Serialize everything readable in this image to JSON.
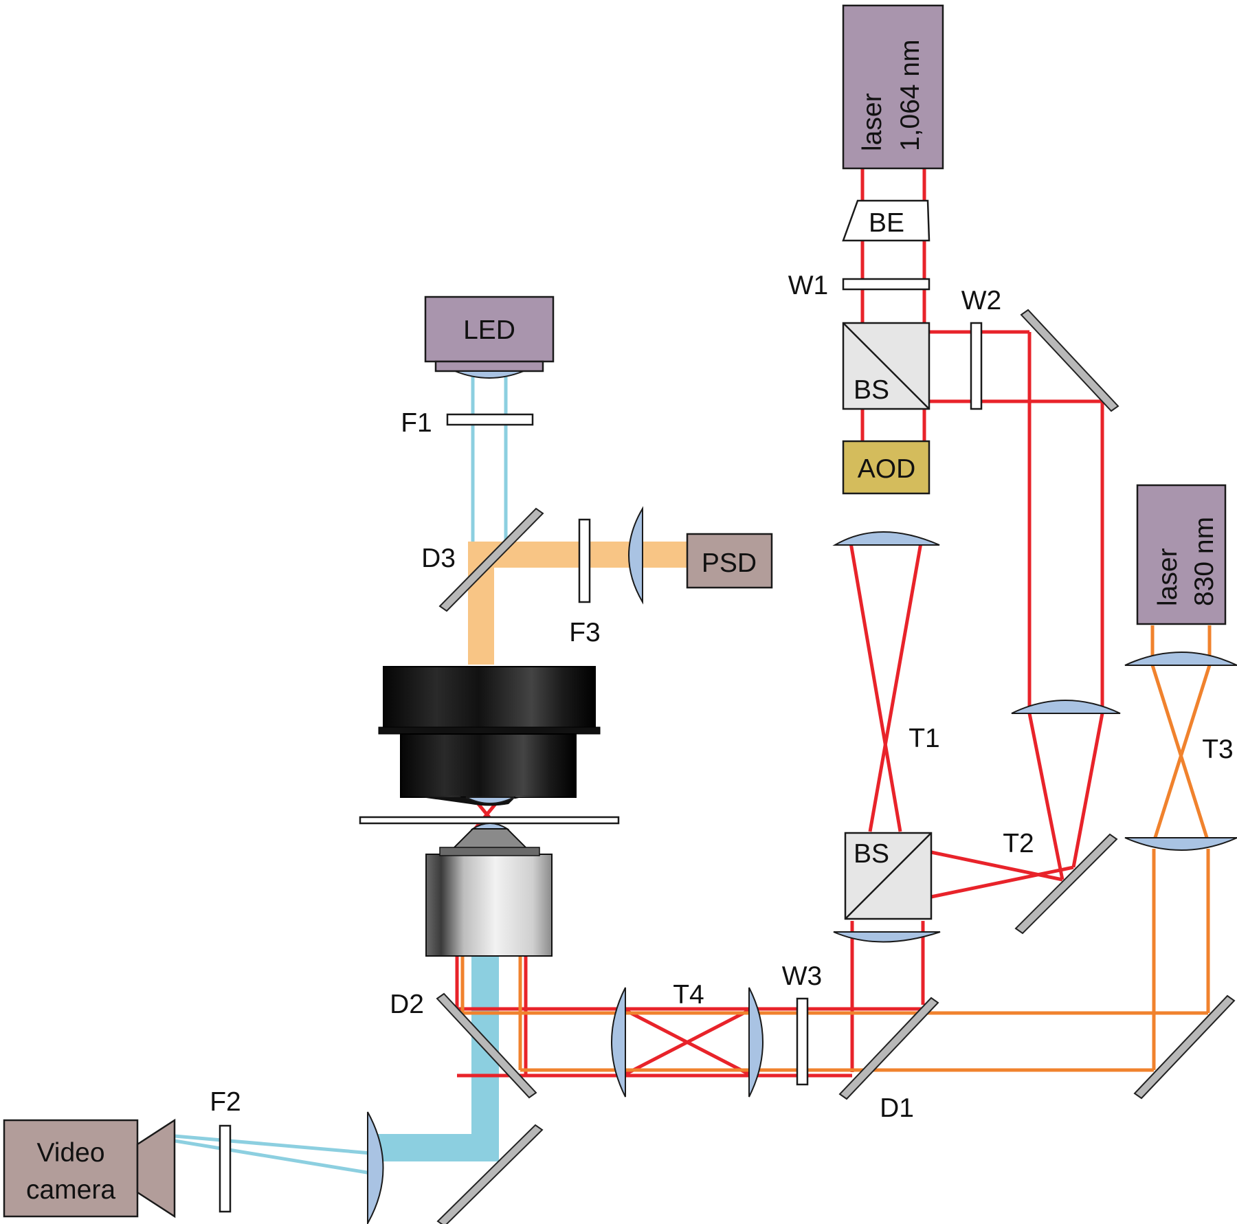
{
  "colors": {
    "laser_box": "#a995ad",
    "detector_box": "#b29d9a",
    "aod_box": "#d4bc5c",
    "beam_1064": "#e8232a",
    "beam_830": "#f0822d",
    "beam_led": "#8ccfe0",
    "beam_detection": "#f8c585",
    "lens_fill": "#a9c3e3",
    "mirror_fill": "#b8b8b8"
  },
  "components": {
    "laser_1064": {
      "line1": "laser",
      "line2": "1,064 nm"
    },
    "laser_830": {
      "line1": "laser",
      "line2": "830 nm"
    },
    "led": "LED",
    "psd": "PSD",
    "aod": "AOD",
    "video_camera": {
      "line1": "Video",
      "line2": "camera"
    },
    "beam_expander": "BE",
    "beam_splitter_top": "BS",
    "beam_splitter_bottom": "BS"
  },
  "labels": {
    "w1": "W1",
    "w2": "W2",
    "w3": "W3",
    "f1": "F1",
    "f2": "F2",
    "f3": "F3",
    "d1": "D1",
    "d2": "D2",
    "d3": "D3",
    "t1": "T1",
    "t2": "T2",
    "t3": "T3",
    "t4": "T4"
  }
}
